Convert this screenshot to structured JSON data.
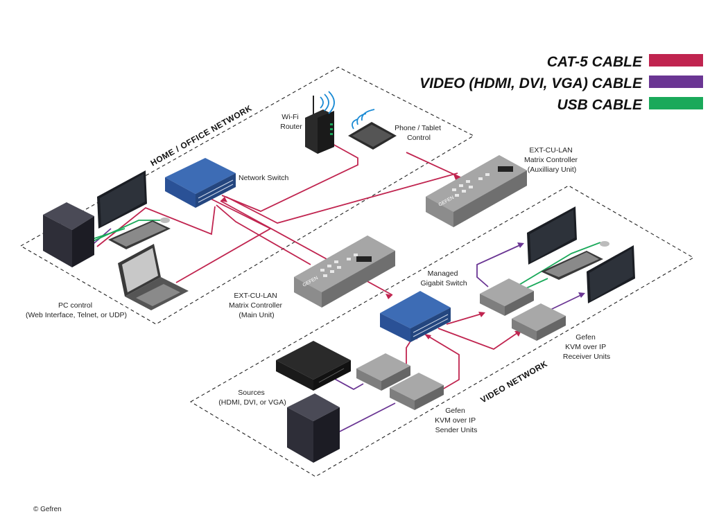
{
  "legend": {
    "items": [
      {
        "label": "CAT-5 CABLE",
        "color": "#c0244f"
      },
      {
        "label": "VIDEO (HDMI, DVI, VGA) CABLE",
        "color": "#6a3593"
      },
      {
        "label": "USB CABLE",
        "color": "#1aa95a"
      }
    ]
  },
  "zones": {
    "home": "HOME / OFFICE NETWORK",
    "video": "VIDEO NETWORK"
  },
  "labels": {
    "wifi": [
      "Wi-Fi",
      "Router"
    ],
    "phone": [
      "Phone / Tablet",
      "Control"
    ],
    "network_switch": [
      "Network Switch"
    ],
    "aux_controller": [
      "EXT-CU-LAN",
      "Matrix Controller",
      "(Auxilliary Unit)"
    ],
    "main_controller": [
      "EXT-CU-LAN",
      "Matrix Controller",
      "(Main Unit)"
    ],
    "pc_control": [
      "PC control",
      "(Web Interface, Telnet, or UDP)"
    ],
    "managed_switch": [
      "Managed",
      "Gigabit Switch"
    ],
    "receivers": [
      "Gefen",
      "KVM over IP",
      "Receiver Units"
    ],
    "sources": [
      "Sources",
      "(HDMI, DVI, or VGA)"
    ],
    "senders": [
      "Gefen",
      "KVM over IP",
      "Sender Units"
    ]
  },
  "brand": "GEFEN",
  "copyright": "© Gefren",
  "colors": {
    "cat5": "#c0244f",
    "video": "#6a3593",
    "usb": "#1aa95a",
    "switch_blue": "#2f5fa8",
    "device_gray": "#9a9a9a"
  }
}
